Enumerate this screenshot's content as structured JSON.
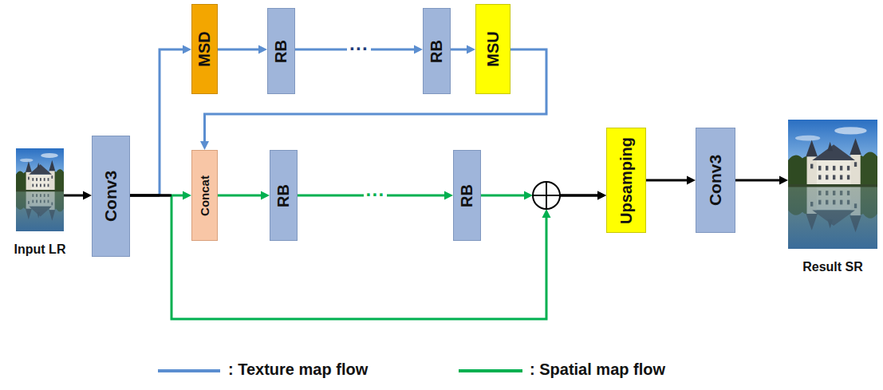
{
  "diagram": {
    "nodes": [
      {
        "text": [
          "Input LR"
        ]
      },
      {
        "text": [
          "Conv3"
        ]
      },
      {
        "text": [
          "MSD"
        ]
      },
      {
        "text": [
          "RB"
        ]
      },
      {
        "text": [
          "RB"
        ]
      },
      {
        "text": [
          "MSU"
        ]
      },
      {
        "text": [
          "Concat"
        ]
      },
      {
        "text": [
          "RB"
        ]
      },
      {
        "text": [
          "RB"
        ]
      },
      {
        "text": [
          "Upsamping"
        ]
      },
      {
        "text": [
          "Conv3"
        ]
      },
      {
        "text": [
          "Result SR"
        ]
      }
    ],
    "edges": [
      {
        "from": 0,
        "to": 1,
        "arrow": "to"
      },
      {
        "from": 1,
        "to": 2,
        "arrow": "to"
      },
      {
        "from": 2,
        "to": 3,
        "arrow": "to"
      },
      {
        "from": 3,
        "to": 4,
        "arrow": "to",
        "label": "···"
      },
      {
        "from": 4,
        "to": 5,
        "arrow": "to"
      },
      {
        "from": 5,
        "to": 6,
        "arrow": "to"
      },
      {
        "from": 1,
        "to": 6,
        "arrow": "to"
      },
      {
        "from": 6,
        "to": 7,
        "arrow": "to"
      },
      {
        "from": 7,
        "to": 8,
        "arrow": "to",
        "label": "···"
      },
      {
        "from": 8,
        "to": 9,
        "arrow": "to"
      },
      {
        "from": 1,
        "to": 9,
        "arrow": "to"
      },
      {
        "from": 9,
        "to": 10,
        "arrow": "to"
      },
      {
        "from": 10,
        "to": 11,
        "arrow": "to"
      }
    ],
    "legend": [
      {
        "text": ": Texture map flow"
      },
      {
        "text": ": Spatial map flow"
      }
    ]
  }
}
